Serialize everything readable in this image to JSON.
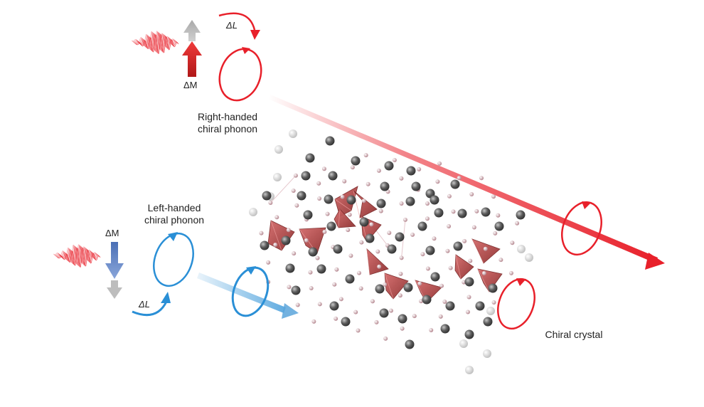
{
  "labels": {
    "right_handed_line1": "Right-handed",
    "right_handed_line2": "chiral phonon",
    "left_handed_line1": "Left-handed",
    "left_handed_line2": "chiral phonon",
    "chiral_crystal": "Chiral crystal",
    "delta_m_top": "ΔM",
    "delta_m_left": "ΔM",
    "delta_l_top": "ΔL",
    "delta_l_left": "ΔL"
  },
  "colors": {
    "red": "#e8202a",
    "blue": "#2a8fd6",
    "atom_dark": "#5a5a5a",
    "atom_light": "#d8d8d8",
    "tetra": "#b24848",
    "small_atom": "#c9a0a8",
    "gray_arrow": "#b5b5b5",
    "blue_arrow": "#6f8fc9"
  },
  "icons": [
    "light-pulse-icon",
    "magnetization-arrow-icon",
    "angular-momentum-arrow-icon",
    "circular-rotation-icon",
    "crystal-structure-icon"
  ]
}
